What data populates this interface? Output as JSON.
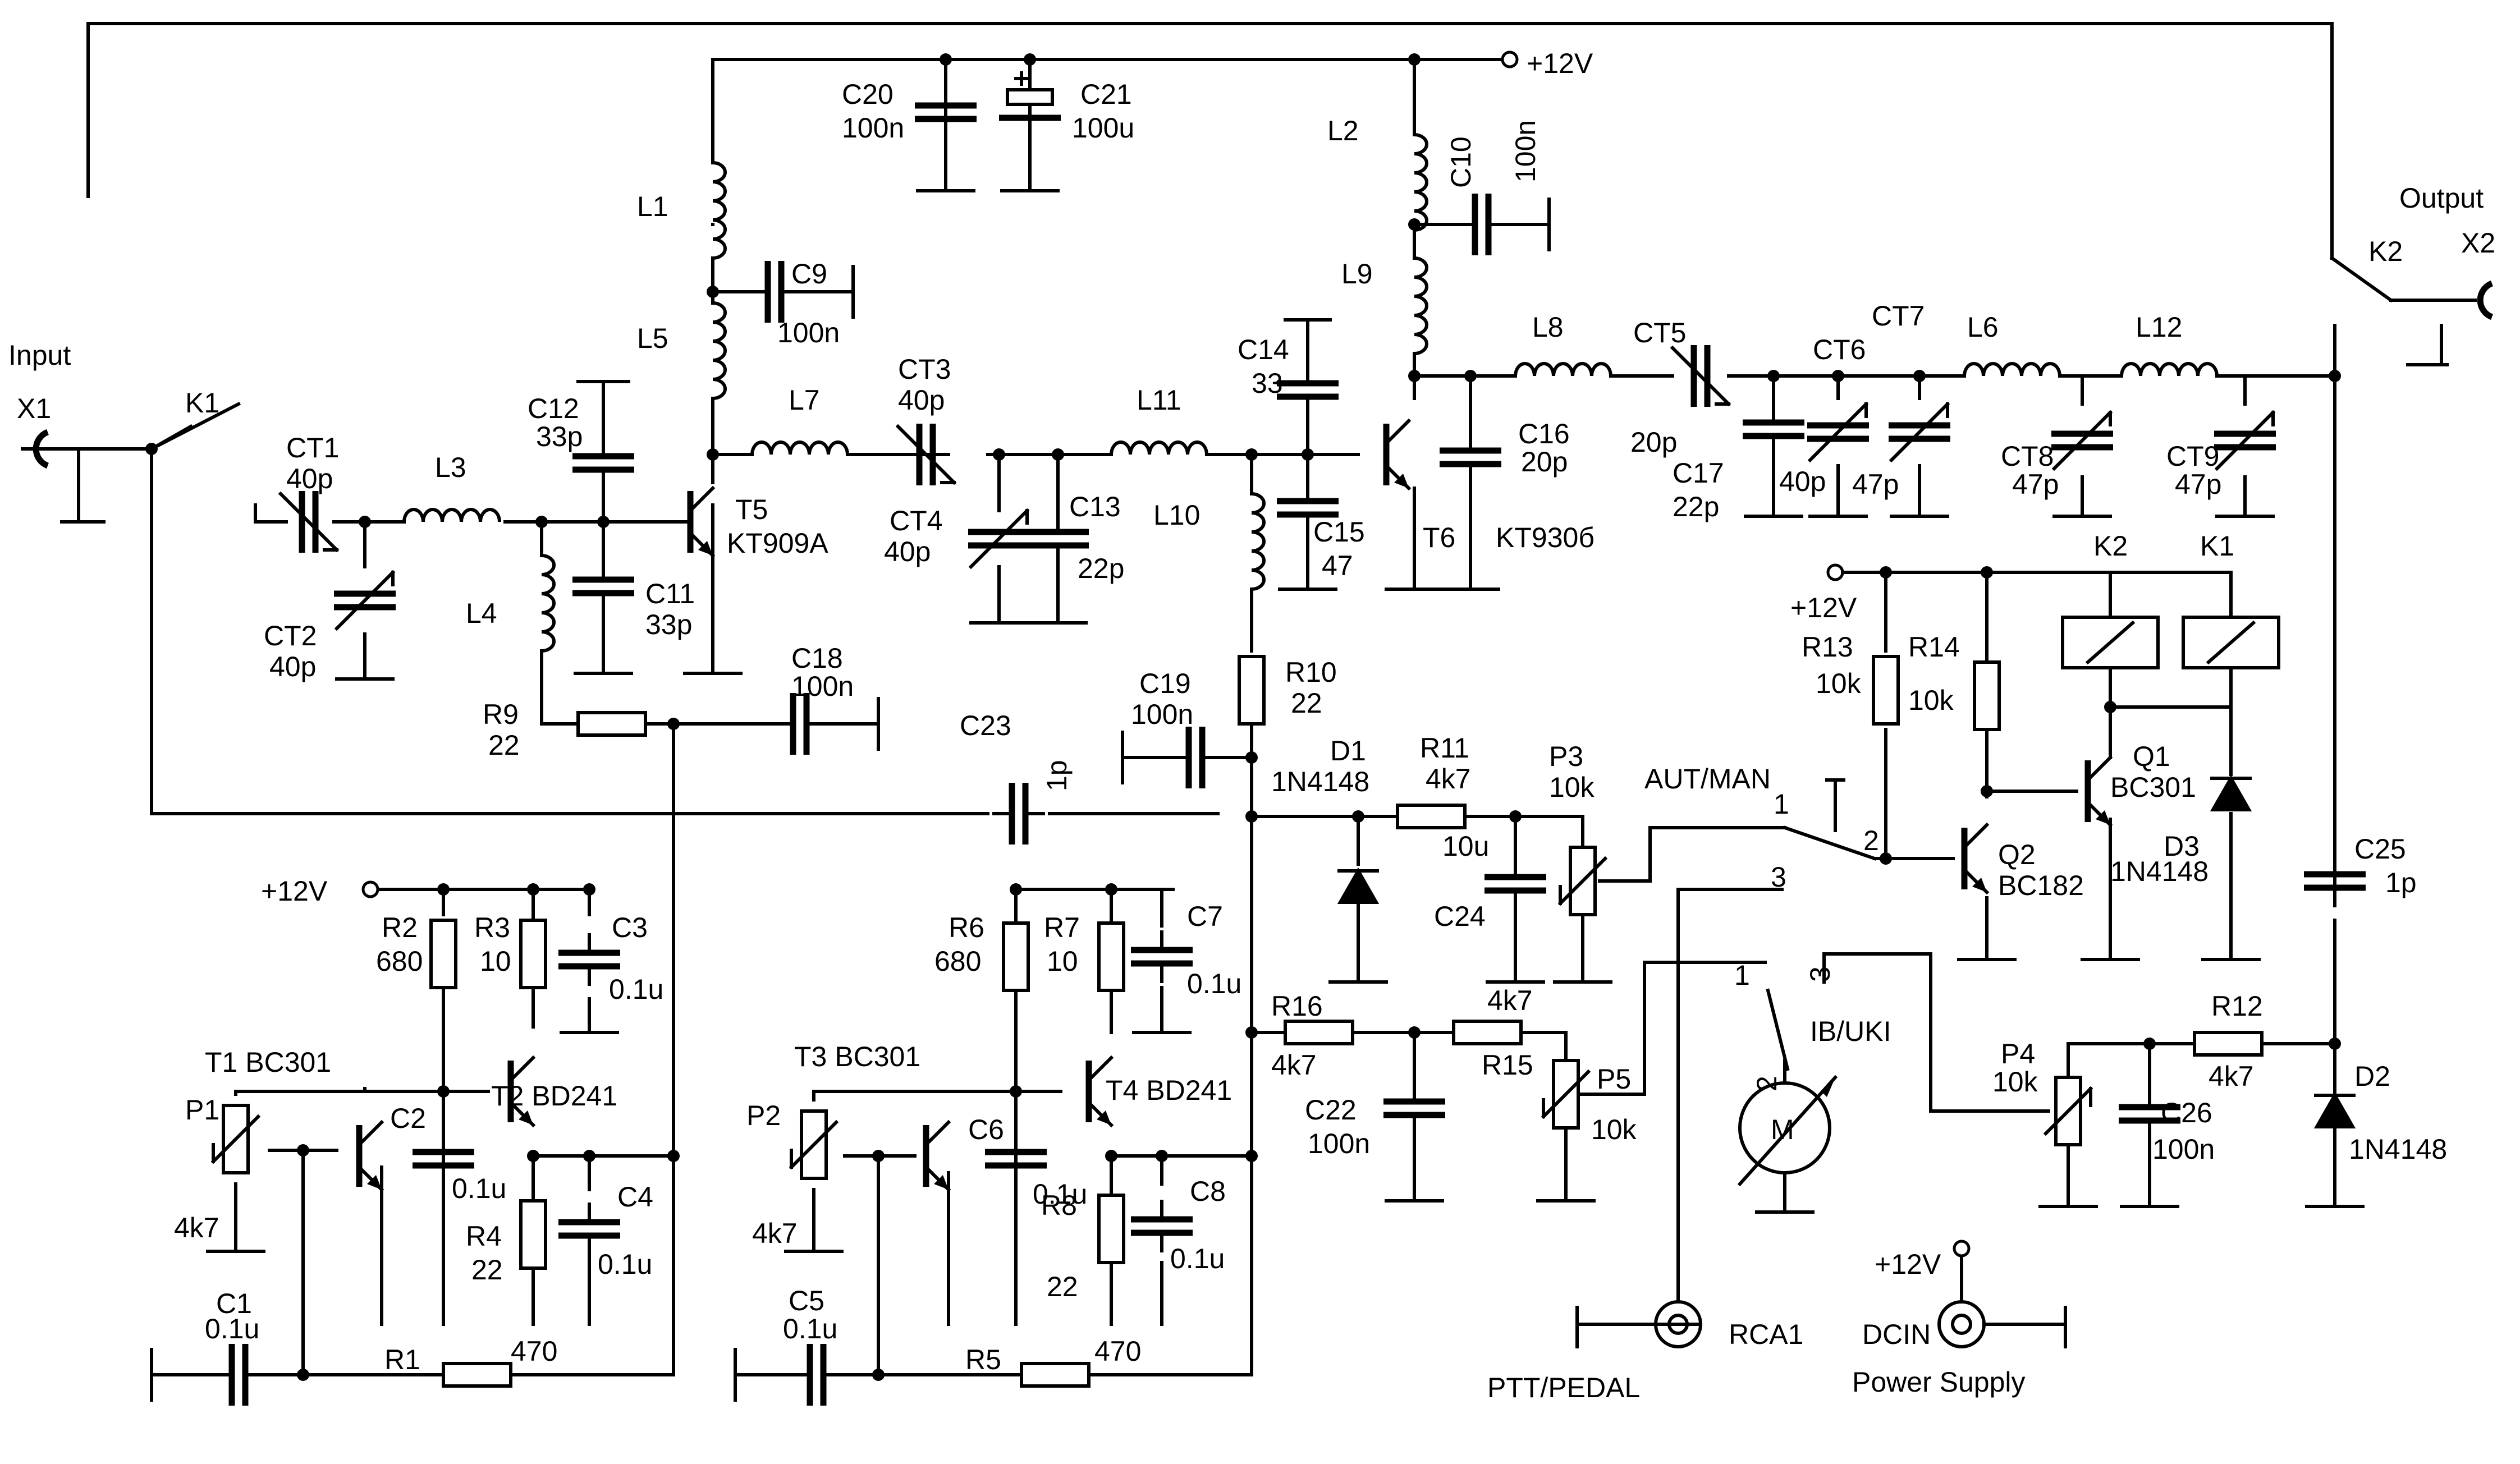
{
  "labels": {
    "input": "Input",
    "output": "Output",
    "x1": "X1",
    "x2": "X2",
    "k1": "K1",
    "k2": "K2",
    "k1_coil": "K1",
    "k2_coil": "K2",
    "v12_top": "+12V",
    "v12_relay": "+12V",
    "v12_left": "+12V",
    "v12_power": "+12V",
    "aut_man": "AUT/MAN",
    "ib_uki": "IB/UKI",
    "rca1": "RCA1",
    "dcin": "DCIN",
    "ptt_pedal": "PTT/PEDAL",
    "power_supply": "Power Supply",
    "motor": "M",
    "pin1_a": "1",
    "pin2_a": "2",
    "pin3_a": "3",
    "pin1_b": "1",
    "pin2_b": "2",
    "pin3_b": "3"
  },
  "components": {
    "c20": [
      "C20",
      "100n"
    ],
    "c21": [
      "C21",
      "100u"
    ],
    "l1": "L1",
    "l5": "L5",
    "l2": "L2",
    "l9": "L9",
    "c10": [
      "C10",
      "100n"
    ],
    "c9": [
      "C9",
      "100n"
    ],
    "ct1": [
      "CT1",
      "40p"
    ],
    "ct2": [
      "CT2",
      "40p"
    ],
    "l3": "L3",
    "l4": "L4",
    "c12": [
      "C12",
      "33p"
    ],
    "c11": [
      "C11",
      "33p"
    ],
    "t5": [
      "T5",
      "KT909A"
    ],
    "l7": "L7",
    "ct3": [
      "CT3",
      "40p"
    ],
    "ct4": [
      "CT4",
      "40p"
    ],
    "c13": [
      "C13",
      "22p"
    ],
    "l11": "L11",
    "l10": "L10",
    "c14": [
      "C14",
      "33"
    ],
    "c15": [
      "C15",
      "47"
    ],
    "t6": [
      "T6",
      "KT930б"
    ],
    "c16": [
      "C16",
      "20p"
    ],
    "l8": "L8",
    "ct5": [
      "CT5",
      "20p"
    ],
    "c17": [
      "C17",
      "22p"
    ],
    "ct6": [
      "CT6",
      "40p"
    ],
    "ct7": [
      "CT7",
      "47p"
    ],
    "l6": "L6",
    "l12": "L12",
    "ct8": [
      "CT8",
      "47p"
    ],
    "ct9": [
      "CT9",
      "47p"
    ],
    "r9": [
      "R9",
      "22"
    ],
    "c18": [
      "C18",
      "100n"
    ],
    "c23": [
      "C23",
      "1p"
    ],
    "c19": [
      "C19",
      "100n"
    ],
    "r10": [
      "R10",
      "22"
    ],
    "d1": [
      "D1",
      "1N4148"
    ],
    "r11": [
      "R11",
      "4k7"
    ],
    "p3": [
      "P3",
      "10k"
    ],
    "c24": [
      "C24",
      "10u"
    ],
    "r13": [
      "R13",
      "10k"
    ],
    "r14": [
      "R14",
      "10k"
    ],
    "q1": [
      "Q1",
      "BC301"
    ],
    "q2": [
      "Q2",
      "BC182"
    ],
    "d3": [
      "D3",
      "1N4148"
    ],
    "c25": [
      "C25",
      "1p"
    ],
    "r2": [
      "R2",
      "680"
    ],
    "r3": [
      "R3",
      "10"
    ],
    "c3": [
      "C3",
      "0.1u"
    ],
    "t1": "T1 BC301",
    "t2": "T2 BD241",
    "p1": [
      "P1",
      "4k7"
    ],
    "c2": [
      "C2",
      "0.1u"
    ],
    "r4": [
      "R4",
      "22"
    ],
    "c4": [
      "C4",
      "0.1u"
    ],
    "c1": [
      "C1",
      "0.1u"
    ],
    "r1": [
      "R1",
      "470"
    ],
    "r6": [
      "R6",
      "680"
    ],
    "r7": [
      "R7",
      "10"
    ],
    "c7": [
      "C7",
      "0.1u"
    ],
    "t3": "T3 BC301",
    "t4": "T4 BD241",
    "p2": [
      "P2",
      "4k7"
    ],
    "c6": [
      "C6",
      "0.1u"
    ],
    "r8": [
      "R8",
      "22"
    ],
    "c8": [
      "C8",
      "0.1u"
    ],
    "c5": [
      "C5",
      "0.1u"
    ],
    "r5": [
      "R5",
      "470"
    ],
    "r16": [
      "R16",
      "4k7"
    ],
    "r15": [
      "R15",
      "4k7"
    ],
    "c22": [
      "C22",
      "100n"
    ],
    "p5": [
      "P5",
      "10k"
    ],
    "p4": [
      "P4",
      "10k"
    ],
    "r12": [
      "R12",
      "4k7"
    ],
    "c26": [
      "C26",
      "100n"
    ],
    "d2": [
      "D2",
      "1N4148"
    ]
  }
}
